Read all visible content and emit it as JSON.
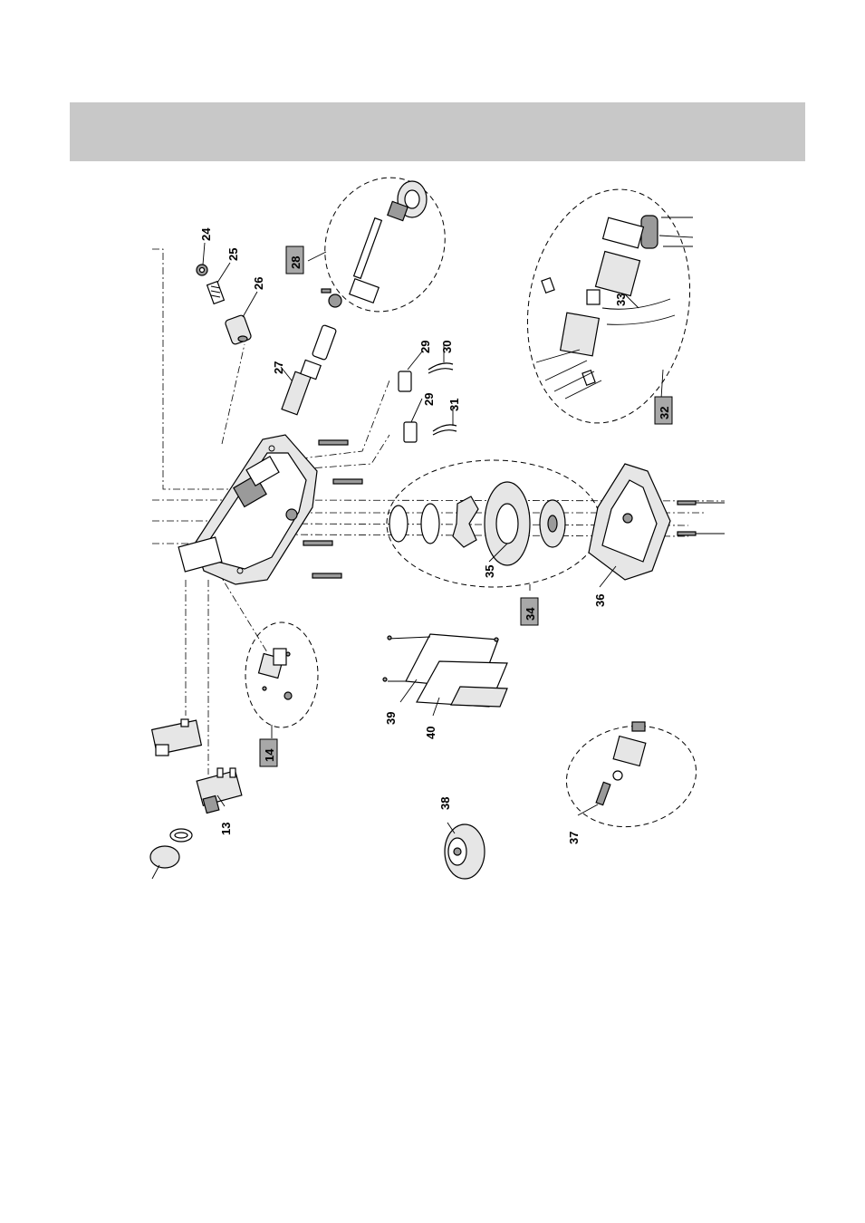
{
  "header": {
    "text": ""
  },
  "callouts": {
    "c13": "13",
    "c14": "14",
    "c24": "24",
    "c25": "25",
    "c26": "26",
    "c27": "27",
    "c28": "28",
    "c29a": "29",
    "c29b": "29",
    "c30": "30",
    "c31": "31",
    "c32": "32",
    "c33": "33",
    "c34": "34",
    "c35": "35",
    "c36": "36",
    "c37": "37",
    "c38": "38",
    "c39": "39",
    "c40": "40"
  },
  "boxed_callouts": [
    "14",
    "28",
    "32",
    "34"
  ],
  "colors": {
    "header_band": "#c8c8c8",
    "label_box": "#a8a8a8",
    "line": "#000000"
  }
}
